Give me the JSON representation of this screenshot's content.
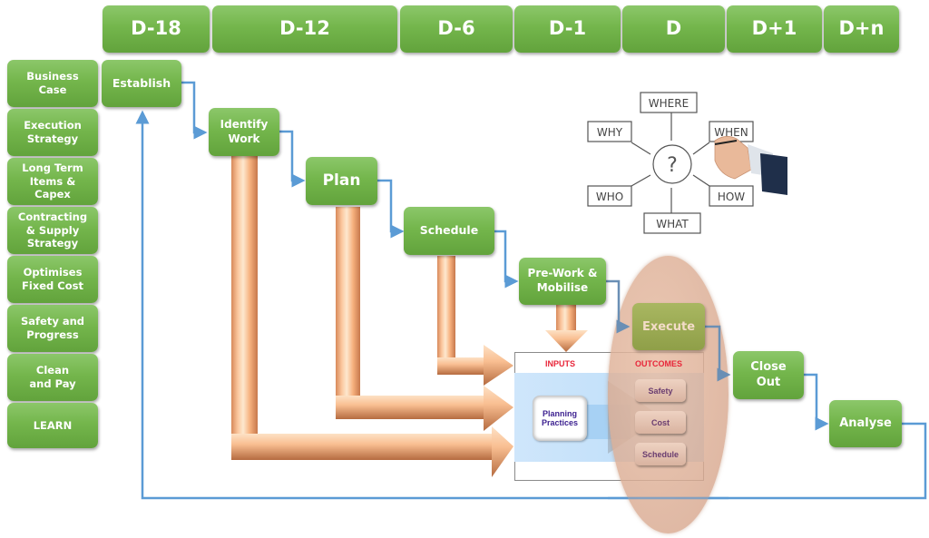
{
  "timeline": {
    "phases": [
      "D-18",
      "D-12",
      "D-6",
      "D-1",
      "D",
      "D+1",
      "D+n"
    ]
  },
  "sidebar": {
    "items": [
      {
        "label": "Business Case"
      },
      {
        "label": "Execution Strategy"
      },
      {
        "label": "Long Term Items & Capex"
      },
      {
        "label": "Contracting & Supply Strategy"
      },
      {
        "label": "Optimises Fixed Cost"
      },
      {
        "label": "Safety and Progress"
      },
      {
        "label": "Clean and Pay"
      },
      {
        "label": "LEARN"
      }
    ]
  },
  "process": {
    "steps": {
      "establish": "Establish",
      "identify_work": "Identify Work",
      "plan": "Plan",
      "schedule": "Schedule",
      "prework": "Pre-Work & Mobilise",
      "execute": "Execute",
      "close_out": "Close Out",
      "analyse": "Analyse"
    }
  },
  "inputs_outcomes": {
    "inputs_label": "INPUTS",
    "outcomes_label": "OUTCOMES",
    "input_box": "Planning Practices",
    "outcomes": [
      "Safety",
      "Cost",
      "Schedule"
    ]
  },
  "question_image": {
    "center": "?",
    "words": [
      "WHERE",
      "WHY",
      "WHEN",
      "WHO",
      "HOW",
      "WHAT"
    ]
  },
  "colors": {
    "green": "#74b64c",
    "connector_blue": "#5b9bd5",
    "arrow_orange": "#f8b98c",
    "label_red": "#e8263a"
  }
}
